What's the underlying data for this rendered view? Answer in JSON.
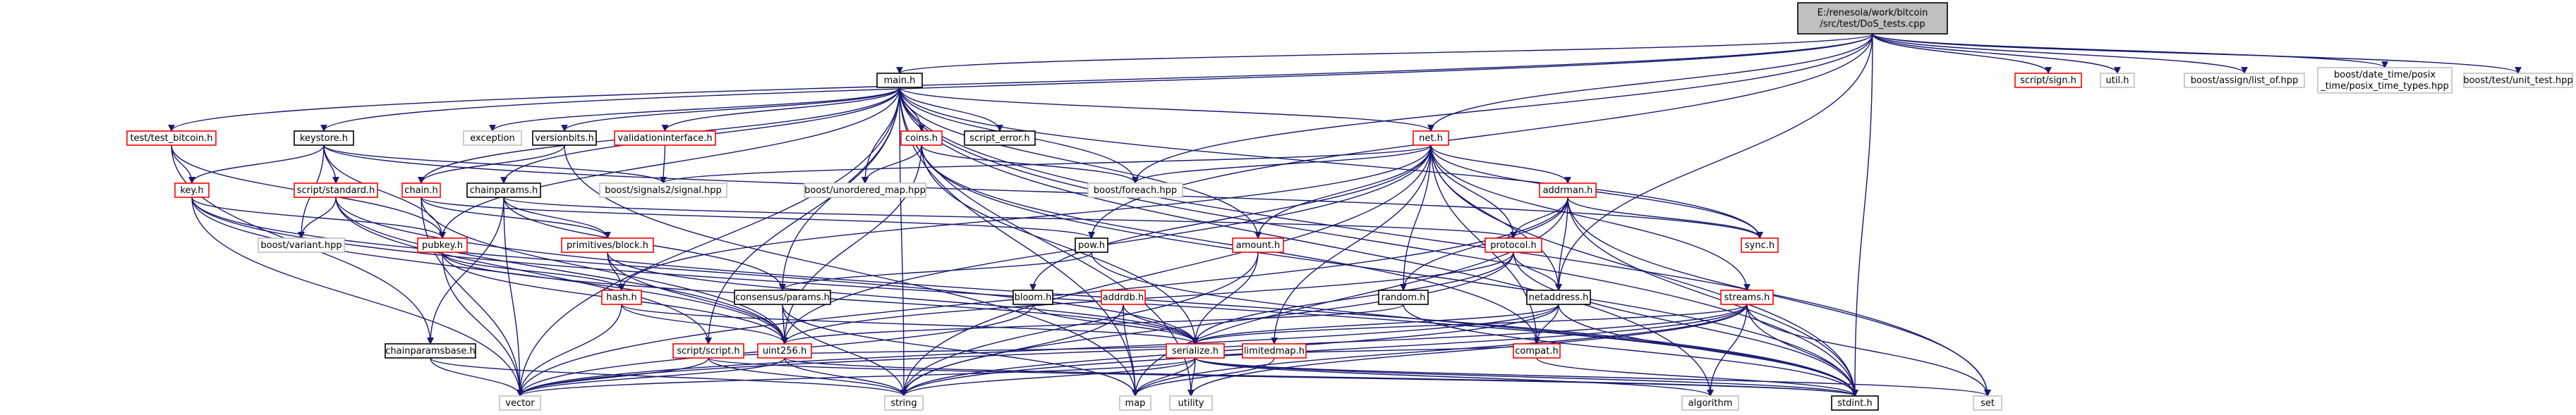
{
  "colors": {
    "background": "#ffffff",
    "edge": "#191970",
    "border_black": "#000000",
    "border_red": "#ff0000",
    "border_gray": "#bfbfbf",
    "root_fill": "#bfbfbf",
    "text": "#000000"
  },
  "nodes": [
    {
      "id": "root",
      "lines": [
        "E:/renesola/work/bitcoin",
        "/src/test/DoS_tests.cpp"
      ],
      "style": "root"
    },
    {
      "id": "main",
      "lines": [
        "main.h"
      ],
      "style": "black"
    },
    {
      "id": "test_bitcoin",
      "lines": [
        "test/test_bitcoin.h"
      ],
      "style": "red"
    },
    {
      "id": "keystore",
      "lines": [
        "keystore.h"
      ],
      "style": "black"
    },
    {
      "id": "exception",
      "lines": [
        "exception"
      ],
      "style": "gray"
    },
    {
      "id": "versionbits",
      "lines": [
        "versionbits.h"
      ],
      "style": "black"
    },
    {
      "id": "validationinterface",
      "lines": [
        "validationinterface.h"
      ],
      "style": "red"
    },
    {
      "id": "coins",
      "lines": [
        "coins.h"
      ],
      "style": "red"
    },
    {
      "id": "script_error",
      "lines": [
        "script_error.h"
      ],
      "style": "black"
    },
    {
      "id": "net",
      "lines": [
        "net.h"
      ],
      "style": "red"
    },
    {
      "id": "script_sign",
      "lines": [
        "script/sign.h"
      ],
      "style": "red"
    },
    {
      "id": "util",
      "lines": [
        "util.h"
      ],
      "style": "gray"
    },
    {
      "id": "boost_assign",
      "lines": [
        "boost/assign/list_of.hpp"
      ],
      "style": "gray"
    },
    {
      "id": "boost_date_time",
      "lines": [
        "boost/date_time/posix",
        "_time/posix_time_types.hpp"
      ],
      "style": "gray"
    },
    {
      "id": "boost_test",
      "lines": [
        "boost/test/unit_test.hpp"
      ],
      "style": "gray"
    },
    {
      "id": "key",
      "lines": [
        "key.h"
      ],
      "style": "red"
    },
    {
      "id": "script_standard",
      "lines": [
        "script/standard.h"
      ],
      "style": "red"
    },
    {
      "id": "boost_variant",
      "lines": [
        "boost/variant.hpp"
      ],
      "style": "gray"
    },
    {
      "id": "chain",
      "lines": [
        "chain.h"
      ],
      "style": "red"
    },
    {
      "id": "chainparams",
      "lines": [
        "chainparams.h"
      ],
      "style": "black"
    },
    {
      "id": "boost_signal",
      "lines": [
        "boost/signals2/signal.hpp"
      ],
      "style": "gray"
    },
    {
      "id": "boost_unordered",
      "lines": [
        "boost/unordered_map.hpp"
      ],
      "style": "gray"
    },
    {
      "id": "boost_foreach",
      "lines": [
        "boost/foreach.hpp"
      ],
      "style": "gray"
    },
    {
      "id": "addrman",
      "lines": [
        "addrman.h"
      ],
      "style": "red"
    },
    {
      "id": "sync",
      "lines": [
        "sync.h"
      ],
      "style": "red"
    },
    {
      "id": "pubkey",
      "lines": [
        "pubkey.h"
      ],
      "style": "red"
    },
    {
      "id": "primitives_block",
      "lines": [
        "primitives/block.h"
      ],
      "style": "red"
    },
    {
      "id": "amount",
      "lines": [
        "amount.h"
      ],
      "style": "red"
    },
    {
      "id": "pow",
      "lines": [
        "pow.h"
      ],
      "style": "black"
    },
    {
      "id": "protocol",
      "lines": [
        "protocol.h"
      ],
      "style": "red"
    },
    {
      "id": "hash",
      "lines": [
        "hash.h"
      ],
      "style": "red"
    },
    {
      "id": "consensus_params",
      "lines": [
        "consensus/params.h"
      ],
      "style": "black"
    },
    {
      "id": "bloom",
      "lines": [
        "bloom.h"
      ],
      "style": "black"
    },
    {
      "id": "addrdb",
      "lines": [
        "addrdb.h"
      ],
      "style": "red"
    },
    {
      "id": "random",
      "lines": [
        "random.h"
      ],
      "style": "black"
    },
    {
      "id": "netaddress",
      "lines": [
        "netaddress.h"
      ],
      "style": "black"
    },
    {
      "id": "streams",
      "lines": [
        "streams.h"
      ],
      "style": "red"
    },
    {
      "id": "chainparamsbase",
      "lines": [
        "chainparamsbase.h"
      ],
      "style": "black"
    },
    {
      "id": "script_script",
      "lines": [
        "script/script.h"
      ],
      "style": "red"
    },
    {
      "id": "uint256",
      "lines": [
        "uint256.h"
      ],
      "style": "red"
    },
    {
      "id": "serialize",
      "lines": [
        "serialize.h"
      ],
      "style": "red"
    },
    {
      "id": "limitedmap",
      "lines": [
        "limitedmap.h"
      ],
      "style": "red"
    },
    {
      "id": "compat",
      "lines": [
        "compat.h"
      ],
      "style": "red"
    },
    {
      "id": "vector",
      "lines": [
        "vector"
      ],
      "style": "gray"
    },
    {
      "id": "string",
      "lines": [
        "string"
      ],
      "style": "gray"
    },
    {
      "id": "map",
      "lines": [
        "map"
      ],
      "style": "gray"
    },
    {
      "id": "utility",
      "lines": [
        "utility"
      ],
      "style": "gray"
    },
    {
      "id": "algorithm",
      "lines": [
        "algorithm"
      ],
      "style": "gray"
    },
    {
      "id": "stdint",
      "lines": [
        "stdint.h"
      ],
      "style": "black"
    },
    {
      "id": "set",
      "lines": [
        "set"
      ],
      "style": "gray"
    }
  ],
  "edges": [
    [
      "root",
      "main"
    ],
    [
      "root",
      "test_bitcoin"
    ],
    [
      "root",
      "keystore"
    ],
    [
      "root",
      "net"
    ],
    [
      "root",
      "script_sign"
    ],
    [
      "root",
      "util"
    ],
    [
      "root",
      "boost_assign"
    ],
    [
      "root",
      "boost_date_time"
    ],
    [
      "root",
      "boost_test"
    ],
    [
      "root",
      "pow"
    ],
    [
      "root",
      "boost_foreach"
    ],
    [
      "root",
      "stdint"
    ],
    [
      "root",
      "netaddress"
    ],
    [
      "main",
      "exception"
    ],
    [
      "main",
      "versionbits"
    ],
    [
      "main",
      "validationinterface"
    ],
    [
      "main",
      "coins"
    ],
    [
      "main",
      "script_error"
    ],
    [
      "main",
      "net"
    ],
    [
      "main",
      "boost_unordered"
    ],
    [
      "main",
      "boost_foreach"
    ],
    [
      "main",
      "chain"
    ],
    [
      "main",
      "chainparams"
    ],
    [
      "main",
      "amount"
    ],
    [
      "main",
      "sync"
    ],
    [
      "main",
      "set"
    ],
    [
      "main",
      "map"
    ],
    [
      "main",
      "vector"
    ],
    [
      "main",
      "string"
    ],
    [
      "main",
      "utility"
    ],
    [
      "main",
      "algorithm"
    ],
    [
      "main",
      "stdint"
    ],
    [
      "main",
      "script_script"
    ],
    [
      "main",
      "consensus_params"
    ],
    [
      "main",
      "pubkey"
    ],
    [
      "test_bitcoin",
      "key"
    ],
    [
      "test_bitcoin",
      "pubkey"
    ],
    [
      "test_bitcoin",
      "chainparamsbase"
    ],
    [
      "keystore",
      "key"
    ],
    [
      "keystore",
      "script_standard"
    ],
    [
      "keystore",
      "boost_variant"
    ],
    [
      "keystore",
      "boost_signal"
    ],
    [
      "keystore",
      "pubkey"
    ],
    [
      "keystore",
      "sync"
    ],
    [
      "versionbits",
      "chain"
    ],
    [
      "versionbits",
      "map"
    ],
    [
      "validationinterface",
      "boost_signal"
    ],
    [
      "coins",
      "boost_unordered"
    ],
    [
      "coins",
      "boost_foreach"
    ],
    [
      "coins",
      "serialize"
    ],
    [
      "coins",
      "uint256"
    ],
    [
      "coins",
      "stdint"
    ],
    [
      "coins",
      "compat"
    ],
    [
      "net",
      "boost_signal"
    ],
    [
      "net",
      "boost_foreach"
    ],
    [
      "net",
      "addrman"
    ],
    [
      "net",
      "sync"
    ],
    [
      "net",
      "protocol"
    ],
    [
      "net",
      "amount"
    ],
    [
      "net",
      "bloom"
    ],
    [
      "net",
      "hash"
    ],
    [
      "net",
      "limitedmap"
    ],
    [
      "net",
      "random"
    ],
    [
      "net",
      "netaddress"
    ],
    [
      "net",
      "streams"
    ],
    [
      "net",
      "uint256"
    ],
    [
      "net",
      "string"
    ],
    [
      "net",
      "stdint"
    ],
    [
      "net",
      "compat"
    ],
    [
      "key",
      "pubkey"
    ],
    [
      "key",
      "serialize"
    ],
    [
      "key",
      "uint256"
    ],
    [
      "key",
      "vector"
    ],
    [
      "key",
      "stdint"
    ],
    [
      "script_standard",
      "boost_variant"
    ],
    [
      "script_standard",
      "script_script"
    ],
    [
      "script_standard",
      "uint256"
    ],
    [
      "script_standard",
      "stdint"
    ],
    [
      "chain",
      "primitives_block"
    ],
    [
      "chain",
      "arith"
    ],
    [
      "chain",
      "pow"
    ],
    [
      "chain",
      "tinyformat"
    ],
    [
      "chain",
      "uint256"
    ],
    [
      "chain",
      "vector"
    ],
    [
      "chainparams",
      "chainparamsbase"
    ],
    [
      "chainparams",
      "consensus_params"
    ],
    [
      "chainparams",
      "primitives_block"
    ],
    [
      "chainparams",
      "protocol"
    ],
    [
      "chainparams",
      "vector"
    ],
    [
      "addrman",
      "netaddress"
    ],
    [
      "addrman",
      "protocol"
    ],
    [
      "addrman",
      "random"
    ],
    [
      "addrman",
      "sync"
    ],
    [
      "addrman",
      "map"
    ],
    [
      "addrman",
      "set"
    ],
    [
      "addrman",
      "stdint"
    ],
    [
      "addrman",
      "vector"
    ],
    [
      "pubkey",
      "hash"
    ],
    [
      "pubkey",
      "serialize"
    ],
    [
      "pubkey",
      "uint256"
    ],
    [
      "pubkey",
      "stdexcept"
    ],
    [
      "pubkey",
      "vector"
    ],
    [
      "primitives_block",
      "serialize"
    ],
    [
      "primitives_block",
      "uint256"
    ],
    [
      "primitives_block",
      "hash"
    ],
    [
      "amount",
      "serialize"
    ],
    [
      "amount",
      "stdlib"
    ],
    [
      "amount",
      "string"
    ],
    [
      "pow",
      "consensus_params"
    ],
    [
      "pow",
      "stdint"
    ],
    [
      "protocol",
      "netaddress"
    ],
    [
      "protocol",
      "serialize"
    ],
    [
      "protocol",
      "uint256"
    ],
    [
      "protocol",
      "version"
    ],
    [
      "protocol",
      "stdint"
    ],
    [
      "protocol",
      "string"
    ],
    [
      "hash",
      "serialize"
    ],
    [
      "hash",
      "uint256"
    ],
    [
      "hash",
      "vector"
    ],
    [
      "consensus_params",
      "uint256"
    ],
    [
      "consensus_params",
      "map"
    ],
    [
      "consensus_params",
      "string"
    ],
    [
      "bloom",
      "serialize"
    ],
    [
      "bloom",
      "vector"
    ],
    [
      "addrdb",
      "serialize"
    ],
    [
      "addrdb",
      "string"
    ],
    [
      "addrdb",
      "map"
    ],
    [
      "random",
      "uint256"
    ],
    [
      "random",
      "stdint"
    ],
    [
      "netaddress",
      "compat"
    ],
    [
      "netaddress",
      "serialize"
    ],
    [
      "netaddress",
      "stdint"
    ],
    [
      "netaddress",
      "string"
    ],
    [
      "netaddress",
      "vector"
    ],
    [
      "streams",
      "serialize"
    ],
    [
      "streams",
      "algorithm"
    ],
    [
      "streams",
      "assert"
    ],
    [
      "streams",
      "map"
    ],
    [
      "streams",
      "set"
    ],
    [
      "streams",
      "stdint"
    ],
    [
      "streams",
      "string"
    ],
    [
      "streams",
      "utility"
    ],
    [
      "streams",
      "vector"
    ],
    [
      "chainparamsbase",
      "string"
    ],
    [
      "chainparamsbase",
      "vector"
    ],
    [
      "script_script",
      "serialize"
    ],
    [
      "script_script",
      "string"
    ],
    [
      "script_script",
      "vector"
    ],
    [
      "script_script",
      "stdint"
    ],
    [
      "uint256",
      "string"
    ],
    [
      "uint256",
      "vector"
    ],
    [
      "uint256",
      "stdint"
    ],
    [
      "serialize",
      "compat"
    ],
    [
      "serialize",
      "algorithm"
    ],
    [
      "serialize",
      "map"
    ],
    [
      "serialize",
      "set"
    ],
    [
      "serialize",
      "stdint"
    ],
    [
      "serialize",
      "string"
    ],
    [
      "serialize",
      "utility"
    ],
    [
      "serialize",
      "vector"
    ],
    [
      "limitedmap",
      "map"
    ],
    [
      "compat",
      "stdint"
    ]
  ]
}
